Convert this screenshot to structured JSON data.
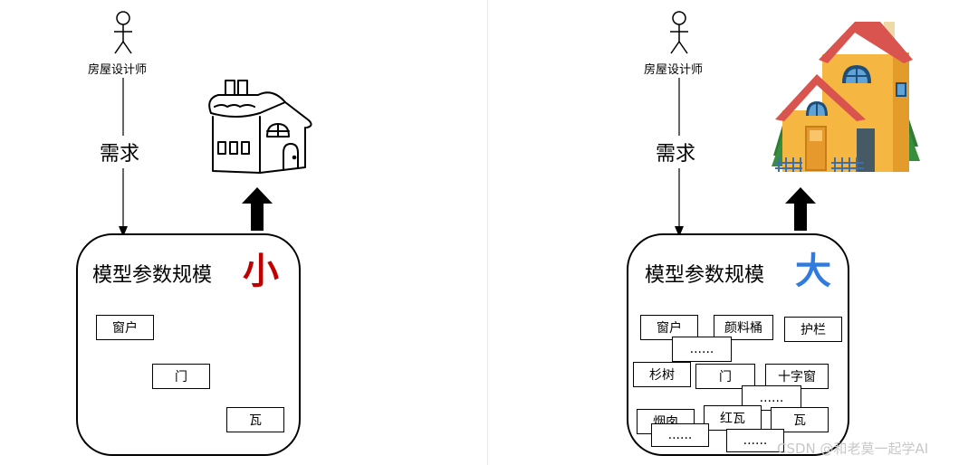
{
  "left": {
    "role": "房屋设计师",
    "need": "需求",
    "box_title": "模型参数规模",
    "scale_label": "小",
    "parts": [
      "窗户",
      "门",
      "瓦"
    ]
  },
  "right": {
    "role": "房屋设计师",
    "need": "需求",
    "box_title": "模型参数规模",
    "scale_label": "大",
    "parts": [
      "窗户",
      "颜料桶",
      "护栏",
      "......",
      "杉树",
      "门",
      "十字窗",
      "......",
      "烟囱",
      "红瓦",
      "瓦",
      "......",
      "......"
    ]
  },
  "watermark": "CSDN @和老莫一起学AI",
  "colors": {
    "small_scale": "#c00000",
    "large_scale": "#2f7bdf"
  }
}
